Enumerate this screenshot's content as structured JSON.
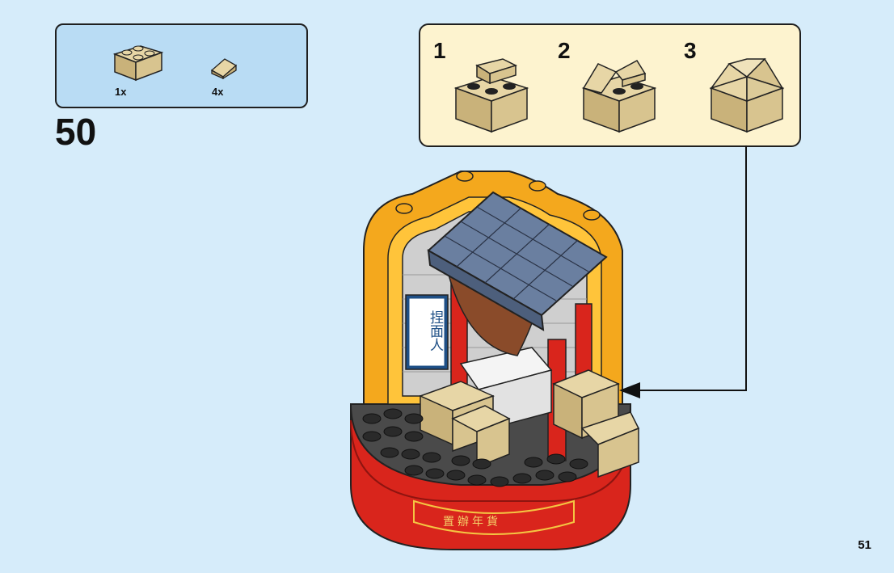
{
  "parts": [
    {
      "name": "brick-2x2-tan",
      "quantity": "1x"
    },
    {
      "name": "slope-tile-tan",
      "quantity": "4x"
    }
  ],
  "step_number": "50",
  "sub_steps": [
    "1",
    "2",
    "3"
  ],
  "banner_text": "置辦年貨",
  "sign_text": "捏面人",
  "page_number": "51",
  "colors": {
    "background": "#d6ecfa",
    "parts_box": "#b9dcf4",
    "substeps_box": "#fdf3cf",
    "tan": "#d8c48f",
    "red": "#d9251c",
    "yellow": "#f4a81d",
    "roof_blue": "#6a7fa0",
    "dark_grey": "#3b3b3b"
  }
}
